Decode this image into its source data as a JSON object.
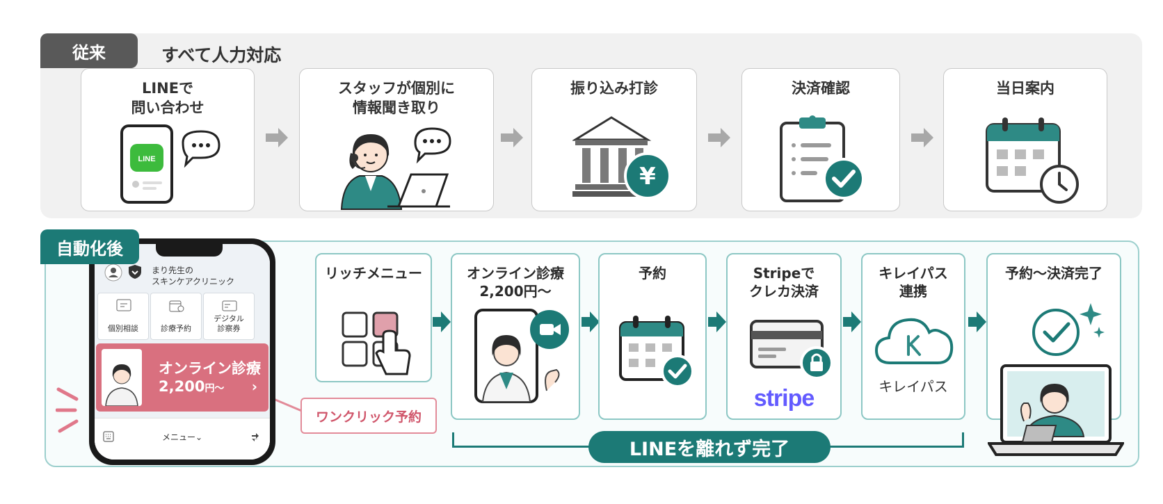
{
  "traditional": {
    "tag": "従来",
    "subtitle": "すべて人力対応",
    "steps": [
      {
        "label": "LINEで\n問い合わせ",
        "icon": "line-phone-chat-icon",
        "badge": "LINE"
      },
      {
        "label": "スタッフが個別に\n情報聞き取り",
        "icon": "staff-headset-laptop-icon"
      },
      {
        "label": "振り込み打診",
        "icon": "bank-yen-icon",
        "badge": "¥"
      },
      {
        "label": "決済確認",
        "icon": "clipboard-check-icon"
      },
      {
        "label": "当日案内",
        "icon": "calendar-clock-icon"
      }
    ]
  },
  "automated": {
    "tag": "自動化後",
    "phone": {
      "clinic_name": "まり先生の\nスキンケアクリニック",
      "menu": [
        {
          "label": "個別相談",
          "icon": "chat-card-icon"
        },
        {
          "label": "診療予約",
          "icon": "calendar-refresh-icon"
        },
        {
          "label": "デジタル\n診察券",
          "icon": "card-icon"
        }
      ],
      "banner_title": "オンライン診療",
      "banner_price": "2,200",
      "banner_price_suffix": "円〜",
      "banner_chevron": "›",
      "footer_menu": "メニュー⌄"
    },
    "callout": "ワンクリック予約",
    "steps": [
      {
        "label": "リッチメニュー",
        "icon": "rich-menu-tap-icon"
      },
      {
        "label": "オンライン診療\n2,200円〜",
        "icon": "video-call-doctor-icon"
      },
      {
        "label": "予約",
        "icon": "calendar-check-icon"
      },
      {
        "label": "Stripeで\nクレカ決済",
        "icon": "credit-card-lock-icon",
        "brand": "stripe"
      },
      {
        "label": "キレイパス\n連携",
        "icon": "kireipass-cloud-icon",
        "brand": "キレイパス"
      },
      {
        "label": "予約〜決済完了",
        "icon": "complete-laptop-icon"
      }
    ],
    "summary": "LINEを離れず完了"
  },
  "colors": {
    "teal": "#1c7a76",
    "teal_light": "#8cc7c4",
    "pink": "#d9707f",
    "gray_tag": "#595959",
    "line_green": "#3dbb3d",
    "stripe_purple": "#635bff"
  }
}
